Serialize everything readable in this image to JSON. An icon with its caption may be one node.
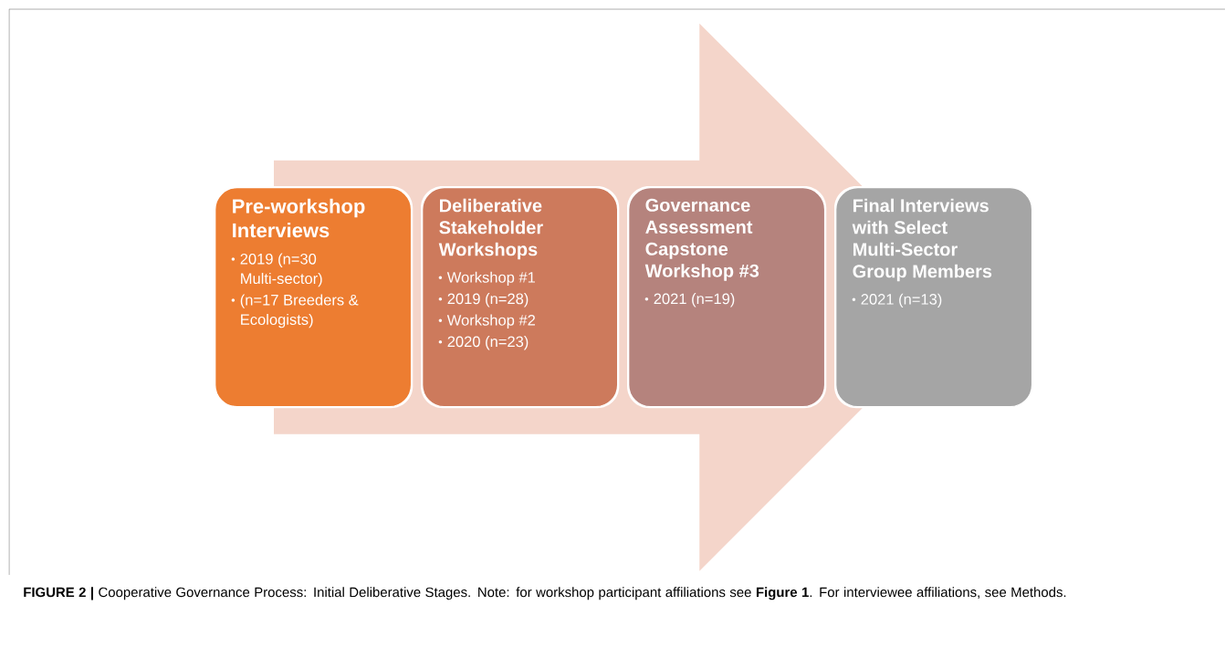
{
  "diagram": {
    "caption": "**FIGURE 2 |** Cooperative Governance Process: Initial Deliberative Stages. Note: for workshop participant affiliations see **Figure 1**. For interviewee affiliations, see Methods.",
    "nodes": [
      {
        "text": [
          "Pre-workshop Interviews",
          "2019 (n=30 Multi-sector)",
          "(n=17 Breeders & Ecologists)"
        ]
      },
      {
        "text": [
          "Deliberative Stakeholder Workshops",
          "Workshop #1",
          "2019 (n=28)",
          "Workshop #2",
          "2020 (n=23)"
        ]
      },
      {
        "text": [
          "Governance Assessment Capstone Workshop #3",
          "2021 (n=19)"
        ]
      },
      {
        "text": [
          "Final Interviews with Select Multi-Sector Group Members",
          "2021 (n=13)"
        ]
      }
    ],
    "edges": [
      {
        "from": 0,
        "to": 3,
        "arrow": "to"
      }
    ]
  }
}
